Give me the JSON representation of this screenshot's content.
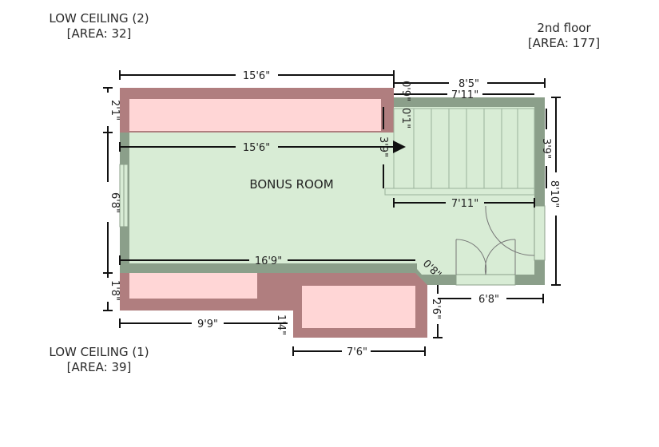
{
  "floor": {
    "title": "2nd floor",
    "area": "[AREA: 177]"
  },
  "low_ceiling_2": {
    "title": "LOW CEILING (2)",
    "area": "[AREA: 32]"
  },
  "low_ceiling_1": {
    "title": "LOW CEILING (1)",
    "area": "[AREA: 39]"
  },
  "room": {
    "name": "BONUS ROOM"
  },
  "dimensions": {
    "top_width": "15'6\"",
    "inner_top_width": "15'6\"",
    "left_top": "2'1\"",
    "left_mid": "6'8\"",
    "left_bottom": "1'8\"",
    "stair_outer_width": "8'5\"",
    "stair_inner_width": "7'11\"",
    "stair_lower_width": "7'11\"",
    "stair_gap_a": "0'9\"",
    "stair_gap_b": "0'1\"",
    "stair_depth_left": "3'9\"",
    "stair_depth_right": "3'9\"",
    "right_height": "8'10\"",
    "bottom_width": "16'9\"",
    "diag_wall": "0'8\"",
    "step_down": "2'6\"",
    "right_bottom_width": "6'8\"",
    "low1_left_width": "9'9\"",
    "low1_step": "1'4\"",
    "low1_right_width": "7'6\""
  },
  "colors": {
    "room_fill": "#d8ecd5",
    "wall": "#8b9f8a",
    "low_ceiling_wall": "#b07e7f",
    "low_ceiling_fill": "#ffd6d6",
    "dimension_line": "#111111"
  }
}
